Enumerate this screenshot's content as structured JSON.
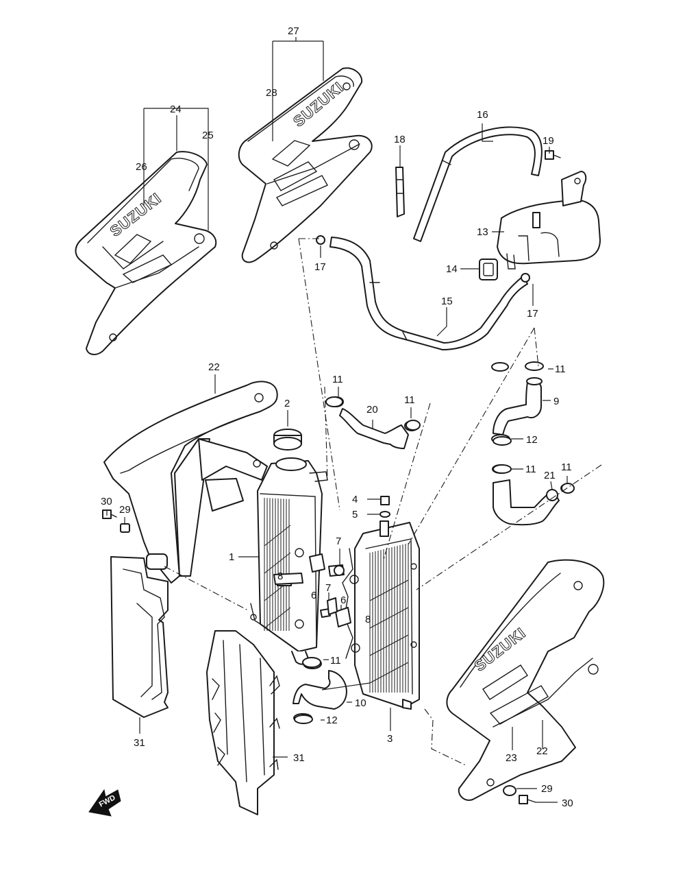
{
  "callouts": {
    "c1": "1",
    "c2": "2",
    "c3": "3",
    "c4": "4",
    "c5": "5",
    "c6a": "6",
    "c6b": "6",
    "c7a": "7",
    "c7b": "7",
    "c8a": "8",
    "c8b": "8",
    "c9": "9",
    "c10": "10",
    "c11a": "11",
    "c11b": "11",
    "c11c": "11",
    "c11d": "11",
    "c11e": "11",
    "c11f": "11",
    "c12a": "12",
    "c12b": "12",
    "c13": "13",
    "c14": "14",
    "c15": "15",
    "c16": "16",
    "c17a": "17",
    "c17b": "17",
    "c18": "18",
    "c19": "19",
    "c20": "20",
    "c21": "21",
    "c22a": "22",
    "c22b": "22",
    "c23": "23",
    "c24": "24",
    "c25": "25",
    "c26": "26",
    "c27": "27",
    "c28": "28",
    "c29a": "29",
    "c29b": "29",
    "c30a": "30",
    "c30b": "30",
    "c31a": "31",
    "c31b": "31"
  },
  "logos": {
    "brand": "SUZUKI",
    "fwd": "FWD"
  },
  "icons": {
    "fwd_arrow": "fwd-arrow-icon"
  }
}
